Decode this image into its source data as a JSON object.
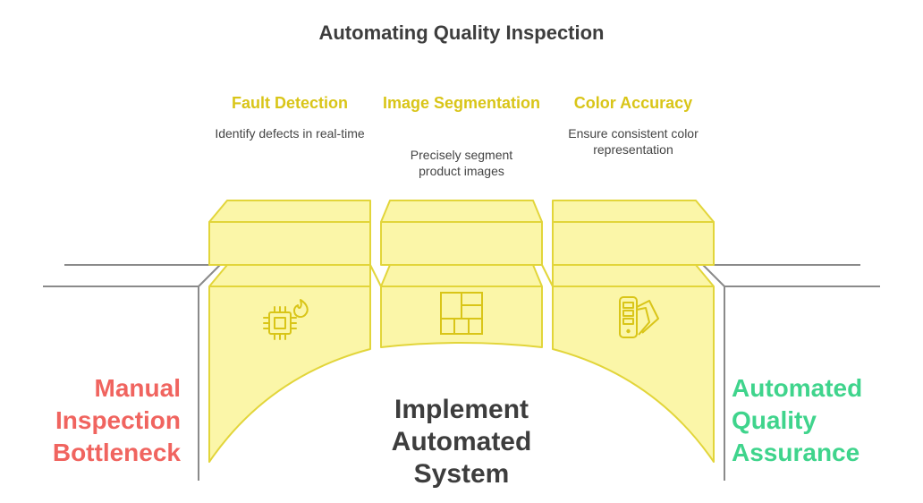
{
  "title": "Automating Quality Inspection",
  "columns": [
    {
      "title": "Fault Detection",
      "description": "Identify defects in real-time",
      "icon": "cpu-fire-icon"
    },
    {
      "title": "Image Segmentation",
      "description": "Precisely segment product images",
      "icon": "grid-layout-icon"
    },
    {
      "title": "Color Accuracy",
      "description": "Ensure consistent color representation",
      "icon": "color-swatch-icon"
    }
  ],
  "left_state": "Manual Inspection Bottleneck",
  "bridge_label": "Implement Automated System",
  "right_state": "Automated Quality Assurance",
  "colors": {
    "accent_yellow": "#d9c518",
    "block_fill": "#fbf6a8",
    "block_stroke": "#e2d53a",
    "left_red": "#f0645f",
    "right_green": "#3fd48c",
    "ground_gray": "#8a8a8a",
    "title_text": "#3d3d3d"
  }
}
